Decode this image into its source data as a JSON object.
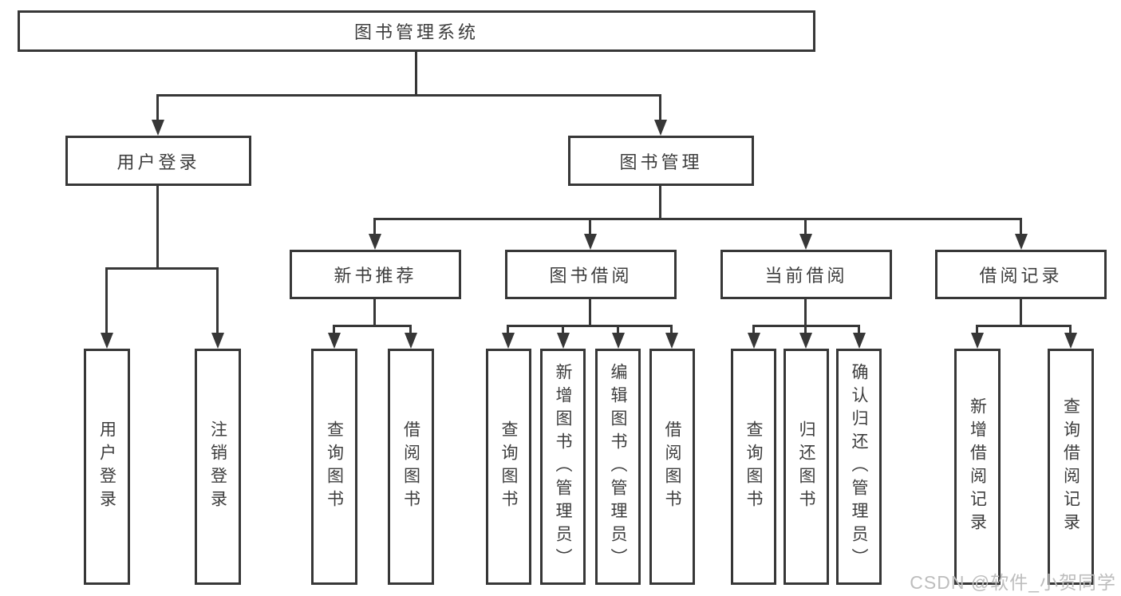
{
  "colors": {
    "line": "#373737",
    "text": "#3d3d3d",
    "background": "#ffffff",
    "watermark": "#bdbdbd"
  },
  "tree": {
    "root": {
      "label": "图书管理系统"
    },
    "children": [
      {
        "label": "用户登录",
        "leaves": [
          "用户登录",
          "注销登录"
        ]
      },
      {
        "label": "图书管理",
        "children": [
          {
            "label": "新书推荐",
            "leaves": [
              "查询图书",
              "借阅图书"
            ]
          },
          {
            "label": "图书借阅",
            "leaves": [
              "查询图书",
              "新增图书（管理员）",
              "编辑图书（管理员）",
              "借阅图书"
            ]
          },
          {
            "label": "当前借阅",
            "leaves": [
              "查询图书",
              "归还图书",
              "确认归还（管理员）"
            ]
          },
          {
            "label": "借阅记录",
            "leaves": [
              "新增借阅记录",
              "查询借阅记录"
            ]
          }
        ]
      }
    ]
  },
  "watermark": {
    "text": "CSDN @软件_小贺同学"
  }
}
